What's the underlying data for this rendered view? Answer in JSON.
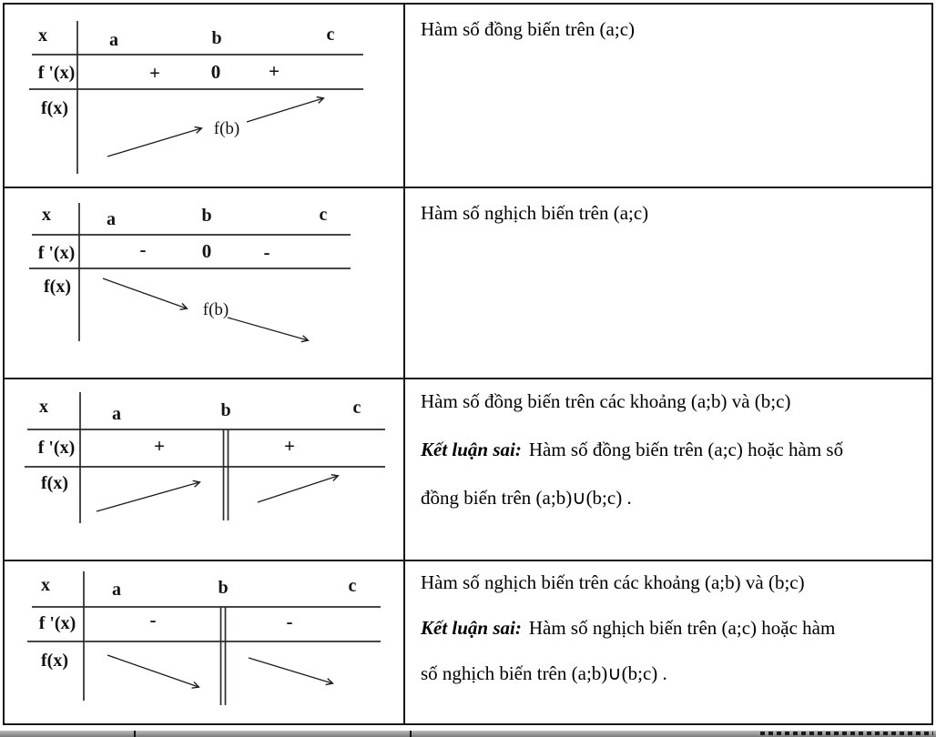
{
  "colors": {
    "border": "#161616",
    "text": "#000000",
    "strip_gray": "#7a7a7a"
  },
  "rows": [
    {
      "diagram": {
        "x_label": "x",
        "fprime_label": "f '(x)",
        "f_label": "f(x)",
        "point_a": "a",
        "point_b": "b",
        "point_c": "c",
        "sign_left": "+",
        "sign_mid": "0",
        "sign_right": "+",
        "fb_label": "f(b)"
      },
      "text": {
        "line1": "Hàm số đồng biến trên (a;c)"
      }
    },
    {
      "diagram": {
        "x_label": "x",
        "fprime_label": "f '(x)",
        "f_label": "f(x)",
        "point_a": "a",
        "point_b": "b",
        "point_c": "c",
        "sign_left": "-",
        "sign_mid": "0",
        "sign_right": "-",
        "fb_label": "f(b)"
      },
      "text": {
        "line1": "Hàm số nghịch biến trên (a;c)"
      }
    },
    {
      "diagram": {
        "x_label": "x",
        "fprime_label": "f '(x)",
        "f_label": "f(x)",
        "point_a": "a",
        "point_b": "b",
        "point_c": "c",
        "sign_left": "+",
        "sign_right": "+"
      },
      "text": {
        "line1": "Hàm số đồng biến trên các khoảng (a;b) và (b;c)",
        "wrong_conclusion_label": "Kết luận sai:",
        "line2": "Hàm số đồng biến trên (a;c) hoặc hàm số",
        "line3": "đồng biến trên (a;b)∪(b;c) ."
      }
    },
    {
      "diagram": {
        "x_label": "x",
        "fprime_label": "f '(x)",
        "f_label": "f(x)",
        "point_a": "a",
        "point_b": "b",
        "point_c": "c",
        "sign_left": "-",
        "sign_right": "-"
      },
      "text": {
        "line1": "Hàm số nghịch biến trên các khoảng (a;b) và (b;c)",
        "wrong_conclusion_label": "Kết luận sai:",
        "line2": "Hàm số nghịch biến trên (a;c) hoặc hàm",
        "line3": "số nghịch biến trên (a;b)∪(b;c) ."
      }
    }
  ]
}
